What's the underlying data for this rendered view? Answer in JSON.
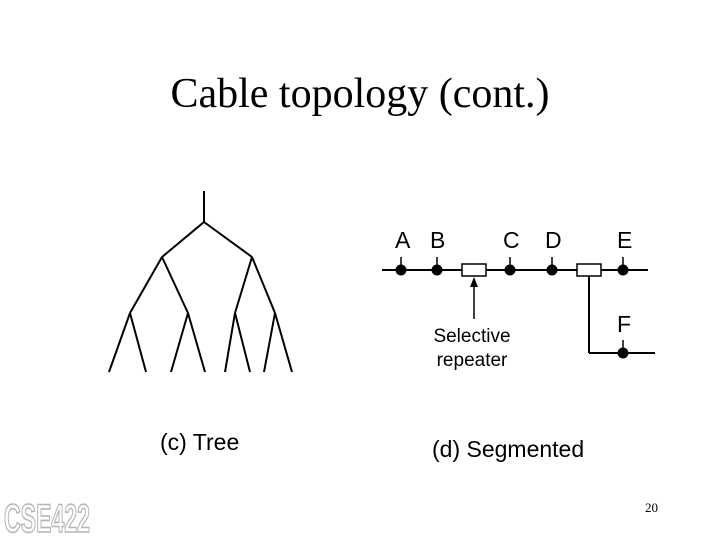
{
  "slide": {
    "title": "Cable topology (cont.)",
    "page_number": "20",
    "logo_text": "CSE422"
  },
  "tree": {
    "caption": "(c) Tree"
  },
  "segmented": {
    "caption": "(d) Segmented",
    "stations": [
      "A",
      "B",
      "C",
      "D",
      "E",
      "F"
    ],
    "repeater_label_line1": "Selective",
    "repeater_label_line2": "repeater"
  }
}
